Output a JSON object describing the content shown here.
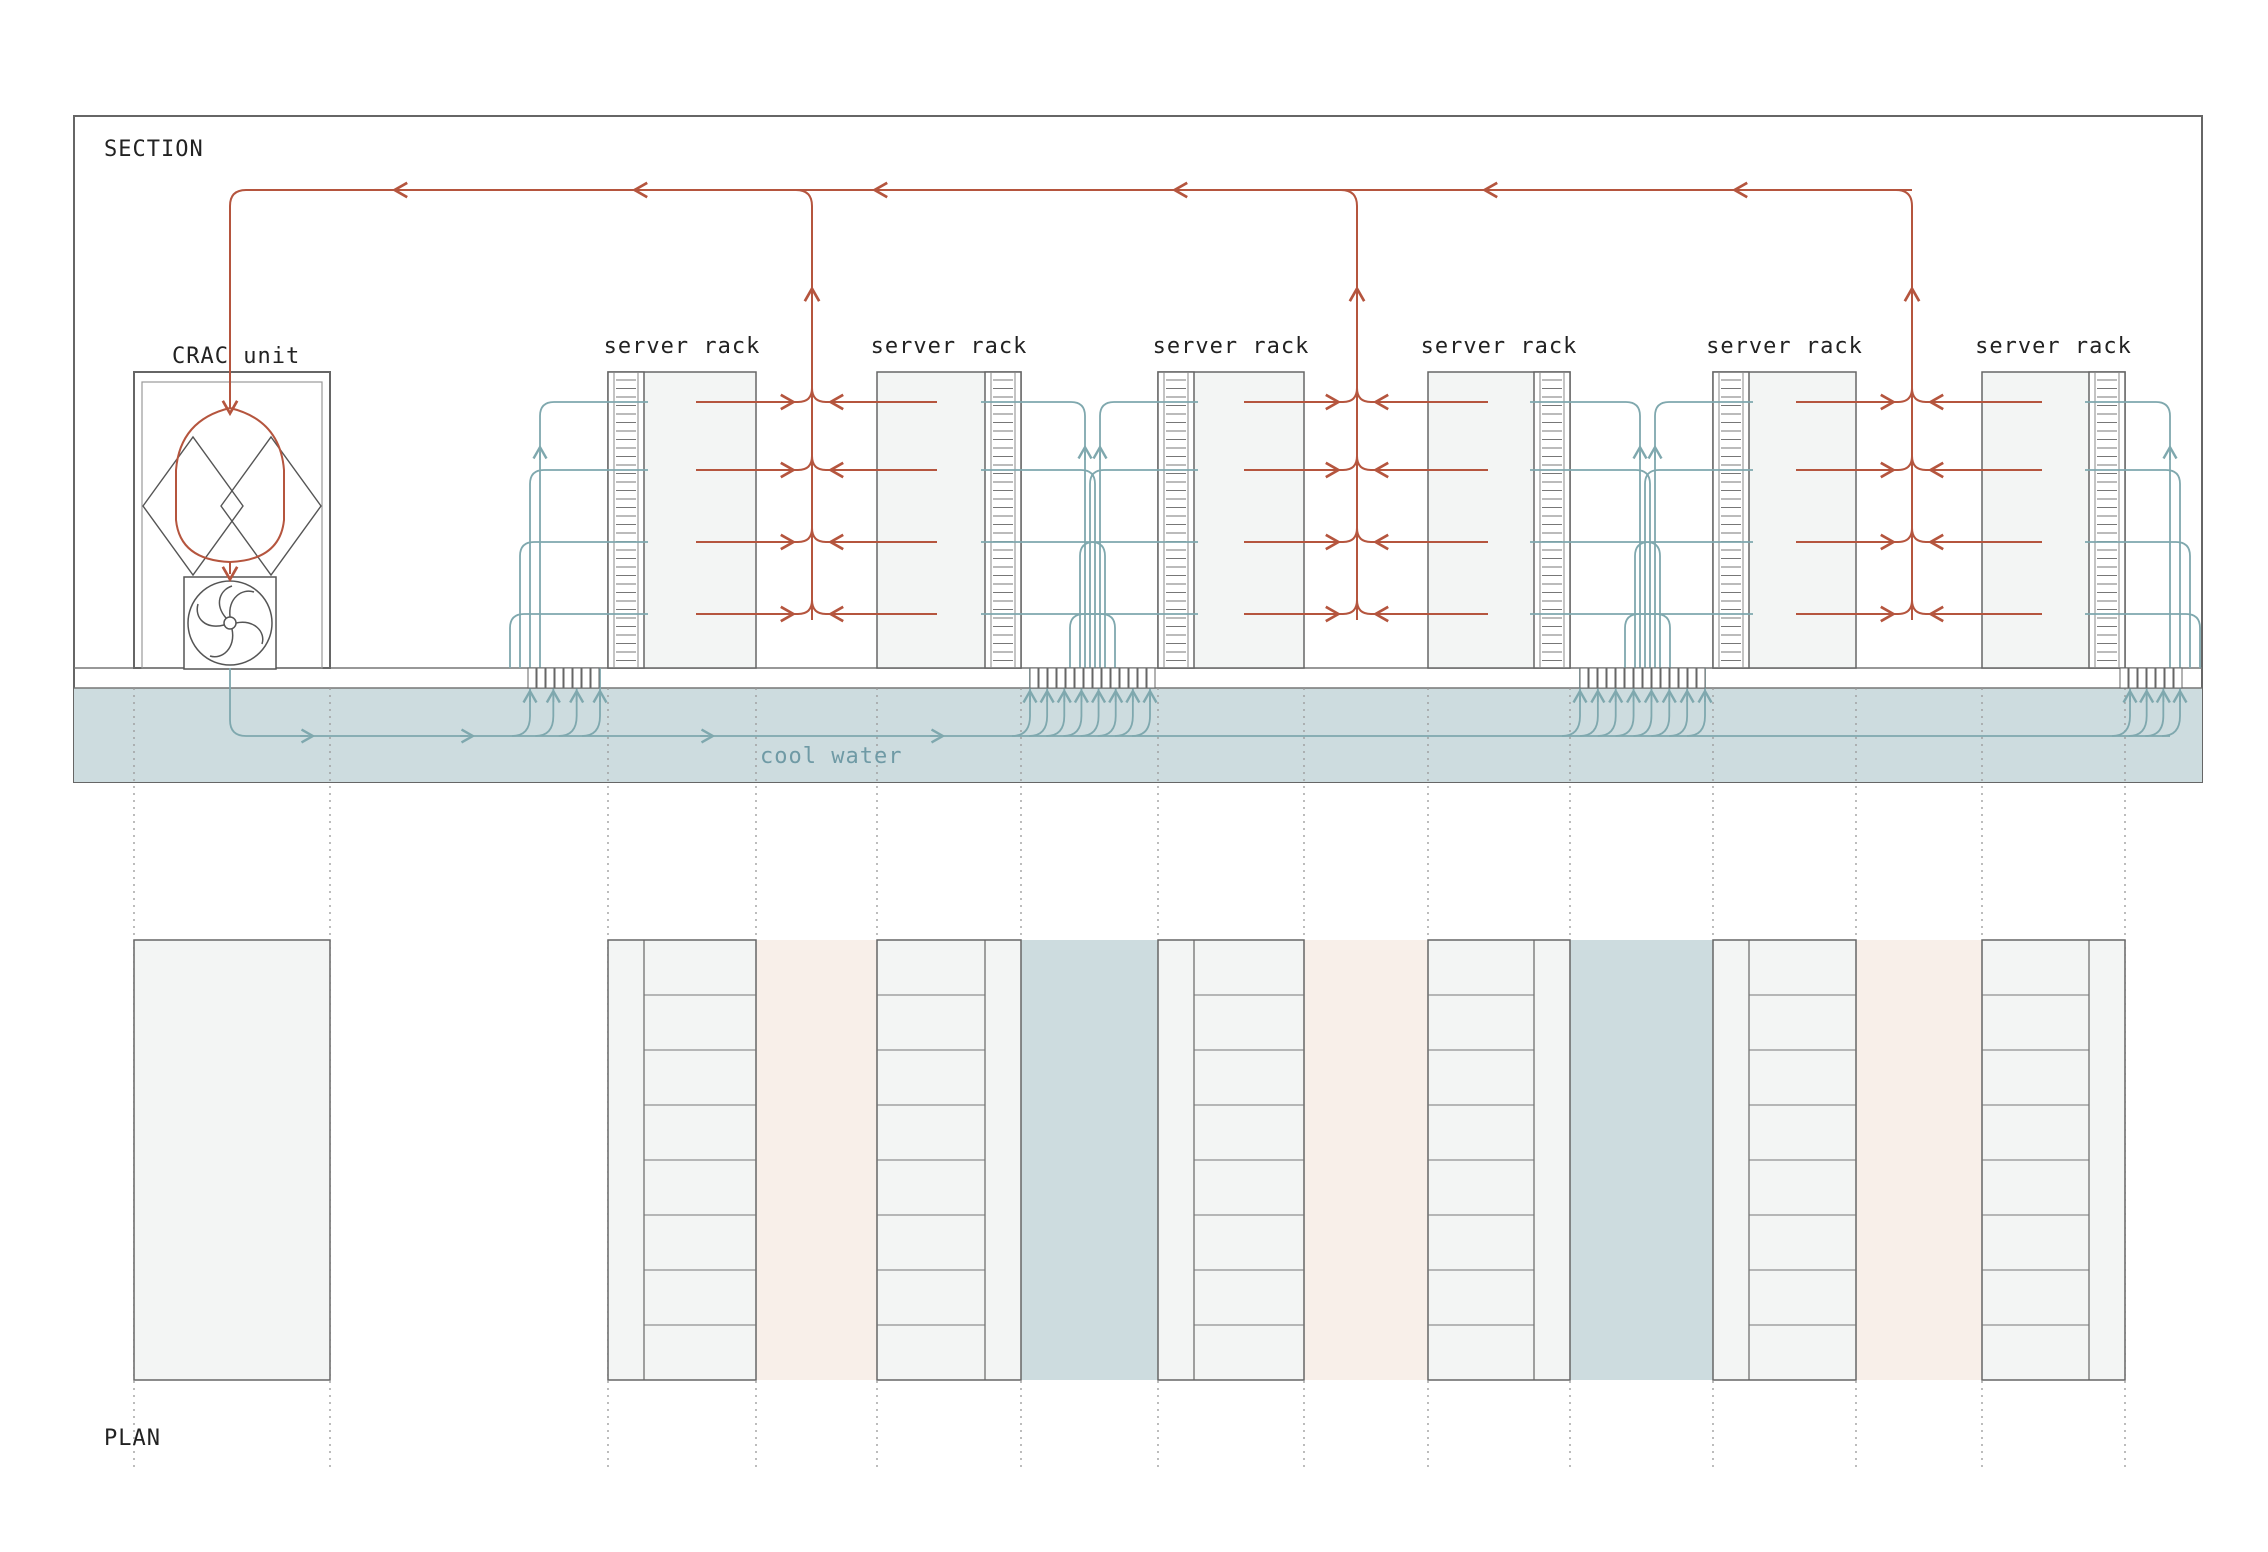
{
  "section_label": "SECTION",
  "plan_label": "PLAN",
  "crac_label": "CRAC unit",
  "water_label": "cool water",
  "rack_labels": [
    "server rack",
    "server rack",
    "server rack",
    "server rack",
    "server rack",
    "server rack"
  ],
  "colors": {
    "hot_air": "#b5553e",
    "cool_air": "#7fa8ae",
    "water": "#cddcdf",
    "hot_aisle": "#f8efe9",
    "cold_aisle": "#cddcdf",
    "rack_fill": "#f3f5f4",
    "line": "#777777"
  }
}
